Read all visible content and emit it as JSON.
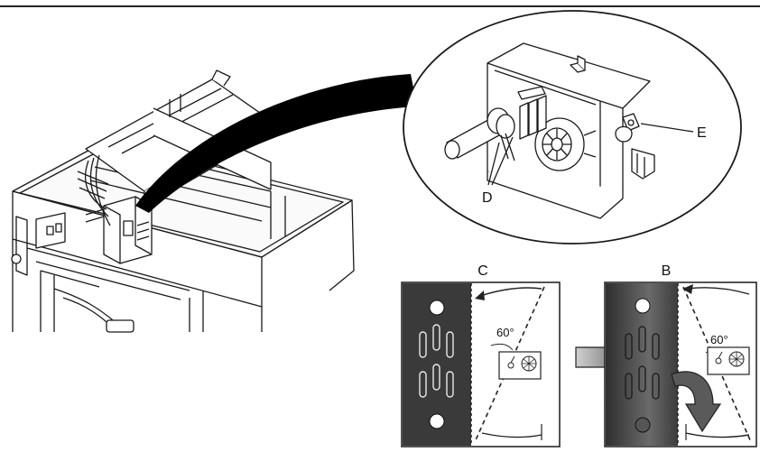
{
  "labels": {
    "e": "E",
    "d": "D",
    "c": "C",
    "b": "B",
    "angle_c": "60°",
    "angle_b": "60°"
  },
  "colors": {
    "line": "#1a1a1a",
    "panel_dark": "#3a3a3a",
    "panel_gradient_light": "#6e6e6e",
    "leader_black": "#000000",
    "arrow_fill": "#5a5a5a"
  }
}
